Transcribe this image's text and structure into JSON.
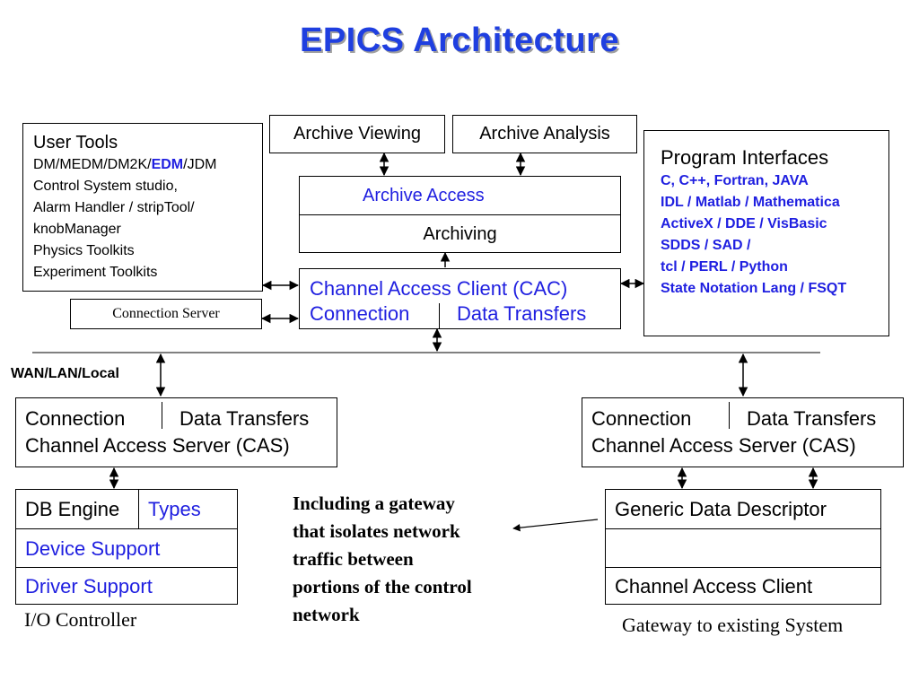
{
  "title": "EPICS Architecture",
  "archive_viewing": "Archive Viewing",
  "archive_analysis": "Archive Analysis",
  "archive_access": "Archive Access",
  "archiving": "Archiving",
  "user_tools": {
    "heading": "User Tools",
    "line1_pre": "DM/MEDM/DM2K/",
    "line1_edm": "EDM",
    "line1_post": "/JDM",
    "line2": "Control System studio,",
    "line3": "Alarm Handler / stripTool/",
    "line4": "knobManager",
    "line5": "Physics Toolkits",
    "line6": "Experiment Toolkits"
  },
  "program_interfaces": {
    "heading": "Program Interfaces",
    "lines": [
      "C, C++, Fortran, JAVA",
      "IDL / Matlab / Mathematica",
      "ActiveX / DDE / VisBasic",
      "SDDS / SAD /",
      "tcl / PERL / Python",
      "State Notation Lang / FSQT"
    ]
  },
  "connection_server": "Connection Server",
  "cac": {
    "line1": "Channel Access Client (CAC)",
    "connection": "Connection",
    "data_transfers": "Data Transfers"
  },
  "wan_label": "WAN/LAN/Local",
  "cas_left": {
    "connection": "Connection",
    "data_transfers": "Data Transfers",
    "name": "Channel Access Server (CAS)"
  },
  "cas_right": {
    "connection": "Connection",
    "data_transfers": "Data Transfers",
    "name": "Channel Access Server (CAS)"
  },
  "ioc": {
    "db_engine": "DB Engine",
    "types": "Types",
    "device_support": "Device Support",
    "driver_support": "Driver Support",
    "caption": "I/O Controller"
  },
  "gateway": {
    "generic": "Generic Data Descriptor",
    "empty": "",
    "cac": "Channel Access Client",
    "caption": "Gateway to existing System"
  },
  "note": [
    "Including a gateway",
    "that isolates network",
    "traffic between",
    "portions of the control",
    "network"
  ]
}
